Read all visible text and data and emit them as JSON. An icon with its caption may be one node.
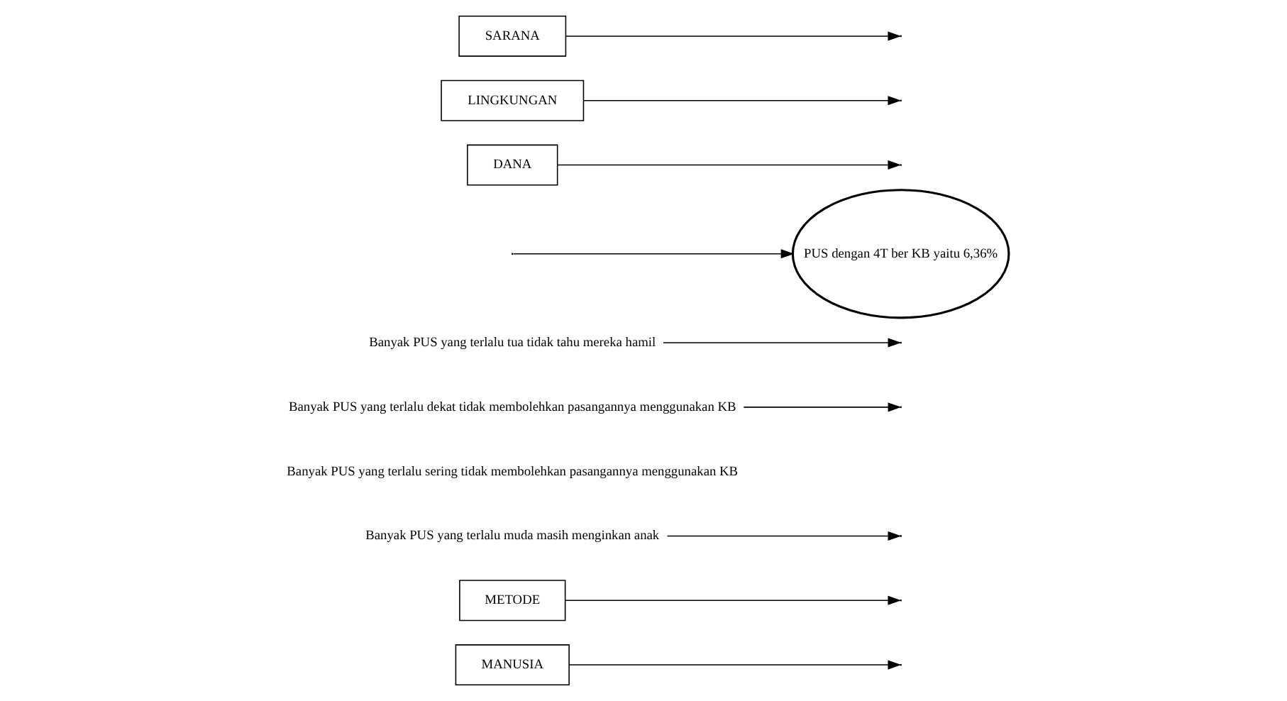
{
  "diagram": {
    "nodes": [
      {
        "text": [
          "MANUSIA"
        ]
      },
      {
        "text": [
          "METODE"
        ]
      },
      {
        "text": [
          "Banyak PUS yang terlalu muda masih menginkan anak"
        ]
      },
      {
        "text": [
          "Banyak PUS yang terlalu sering tidak membolehkan pasangannya menggunakan KB"
        ]
      },
      {
        "text": [
          "Banyak PUS yang terlalu dekat tidak membolehkan pasangannya menggunakan KB"
        ]
      },
      {
        "text": [
          "Banyak PUS yang terlalu tua tidak tahu mereka hamil"
        ]
      },
      {
        "text": [
          "PUS dengan 4T ber KB yaitu 6,36%"
        ]
      },
      {
        "text": [
          "DANA"
        ]
      },
      {
        "text": [
          "LINGKUNGAN"
        ]
      },
      {
        "text": [
          "SARANA"
        ]
      }
    ],
    "edges": [
      {
        "from": null,
        "to": 6,
        "arrow": "to"
      },
      {
        "from": 0,
        "to": null,
        "arrow": "to"
      },
      {
        "from": 1,
        "to": null,
        "arrow": "to"
      },
      {
        "from": 2,
        "to": null,
        "arrow": "to"
      },
      {
        "from": 4,
        "to": null,
        "arrow": "to"
      },
      {
        "from": 5,
        "to": null,
        "arrow": "to"
      },
      {
        "from": 7,
        "to": null,
        "arrow": "to"
      },
      {
        "from": 8,
        "to": null,
        "arrow": "to"
      },
      {
        "from": 9,
        "to": null,
        "arrow": "to"
      }
    ]
  }
}
